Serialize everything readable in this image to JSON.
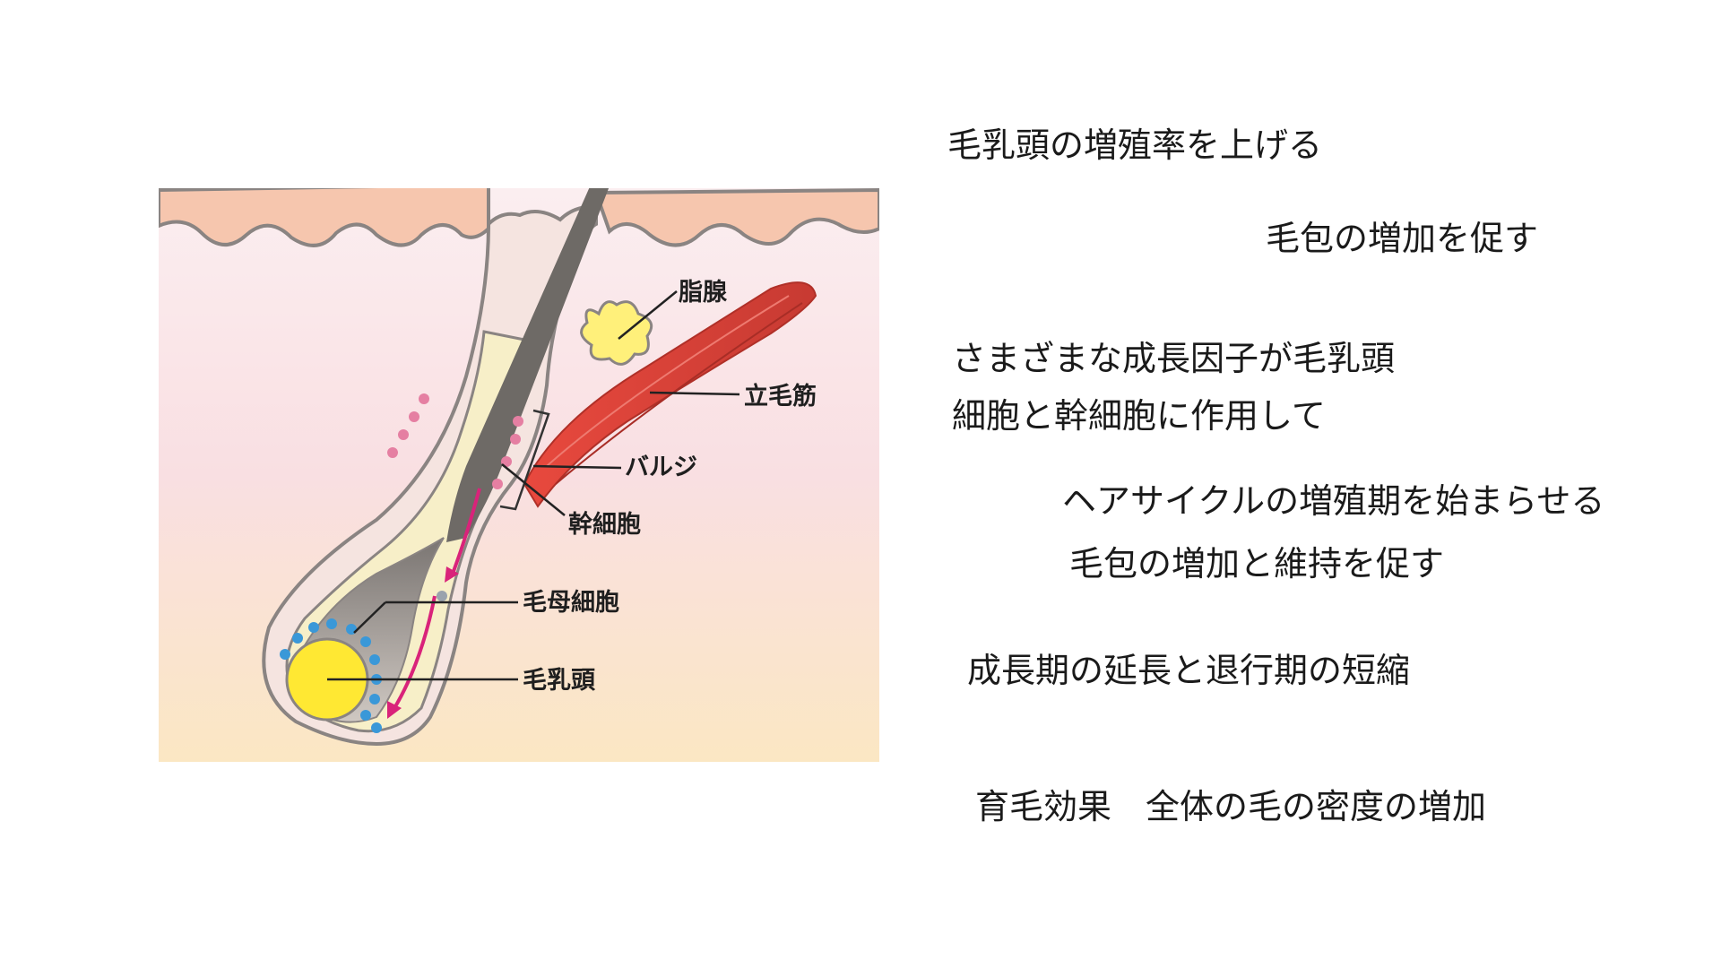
{
  "diagram": {
    "labels": {
      "sebaceous_gland": "脂腺",
      "arrector_pili": "立毛筋",
      "bulge": "バルジ",
      "stem_cells": "幹細胞",
      "matrix_cells": "毛母細胞",
      "dermal_papilla": "毛乳頭"
    }
  },
  "notes": {
    "line1": "毛乳頭の増殖率を上げる",
    "line2": "毛包の増加を促す",
    "line3": "さまざまな成長因子が毛乳頭",
    "line4": "細胞と幹細胞に作用して",
    "line5": "ヘアサイクルの増殖期を始まらせる",
    "line6": "毛包の増加と維持を促す",
    "line7": "成長期の延長と退行期の短縮",
    "line8": "育毛効果　全体の毛の密度の増加"
  },
  "colors": {
    "epidermis": "#f6c6ae",
    "follicle_sheath": "#f7efc8",
    "hair": "#6e6a66",
    "muscle": "#d9443a",
    "papilla": "#ffe833",
    "sebaceous": "#fff07a",
    "stem_dots": "#e57fa2",
    "matrix_dots": "#3a98d8",
    "arrow": "#d9237a"
  }
}
